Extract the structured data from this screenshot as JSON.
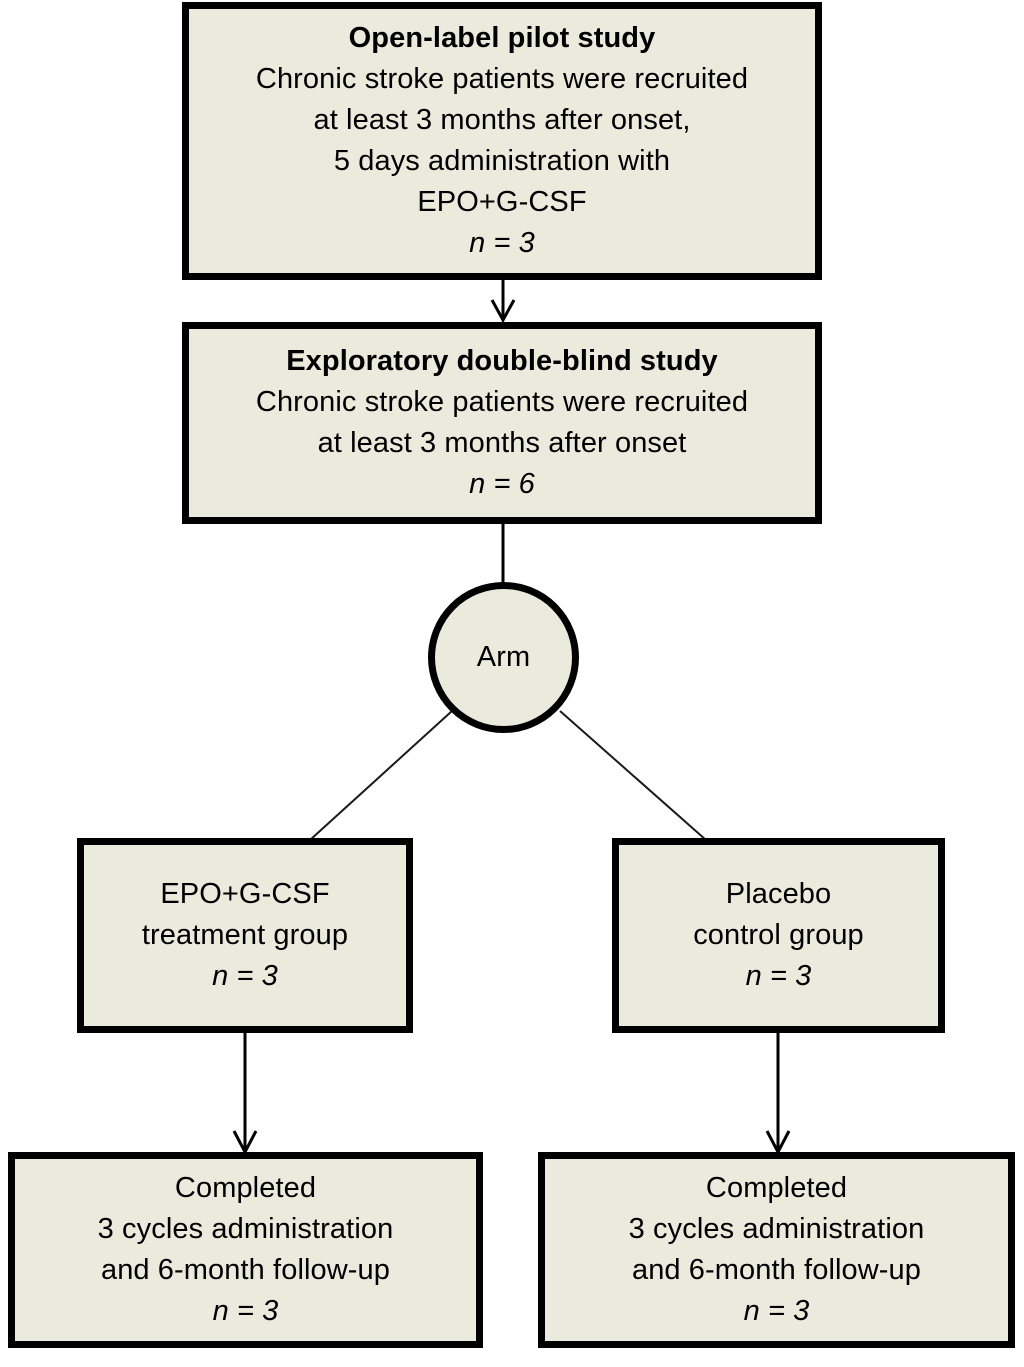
{
  "diagram": {
    "title": "Clinical study flow diagram",
    "colors": {
      "box_fill": "#eaeadd",
      "box_border": "#000000",
      "background": "#ffffff",
      "text": "#000000"
    },
    "nodes": {
      "pilot_study": {
        "lines": [
          {
            "text": "Open-label  pilot study",
            "style": "bold"
          },
          {
            "text": "Chronic  stroke  patients  were  recruited",
            "style": "normal"
          },
          {
            "text": "at least  3 months  after  onset,",
            "style": "normal"
          },
          {
            "text": "5 days administration  with",
            "style": "normal"
          },
          {
            "text": "EPO+G-CSF",
            "style": "normal"
          },
          {
            "text": "n = 3",
            "style": "italic"
          }
        ]
      },
      "exploratory_study": {
        "lines": [
          {
            "text": "Exploratory  double-blind  study",
            "style": "bold"
          },
          {
            "text": "Chronic  stroke  patients  were  recruited",
            "style": "normal"
          },
          {
            "text": "at least  3 months  after  onset",
            "style": "normal"
          },
          {
            "text": "n = 6",
            "style": "italic"
          }
        ]
      },
      "arm": {
        "label": "Arm"
      },
      "treatment_group": {
        "lines": [
          {
            "text": "EPO+G-CSF",
            "style": "normal"
          },
          {
            "text": "treatment  group",
            "style": "normal"
          },
          {
            "text": "n = 3",
            "style": "italic"
          }
        ]
      },
      "control_group": {
        "lines": [
          {
            "text": "Placebo",
            "style": "normal"
          },
          {
            "text": "control group",
            "style": "normal"
          },
          {
            "text": "n = 3",
            "style": "italic"
          }
        ]
      },
      "completed_treatment": {
        "lines": [
          {
            "text": "Completed",
            "style": "normal"
          },
          {
            "text": "3 cycles administration",
            "style": "normal"
          },
          {
            "text": "and 6-month  follow-up",
            "style": "normal"
          },
          {
            "text": "n = 3",
            "style": "italic"
          }
        ]
      },
      "completed_control": {
        "lines": [
          {
            "text": "Completed",
            "style": "normal"
          },
          {
            "text": "3 cycles administration",
            "style": "normal"
          },
          {
            "text": "and 6-month  follow-up",
            "style": "normal"
          },
          {
            "text": "n = 3",
            "style": "italic"
          }
        ]
      }
    },
    "connectors": [
      {
        "name": "pilot-to-exploratory",
        "type": "arrow-down"
      },
      {
        "name": "exploratory-to-arm",
        "type": "line-down"
      },
      {
        "name": "arm-to-treatment",
        "type": "line-diagonal-left"
      },
      {
        "name": "arm-to-control",
        "type": "line-diagonal-right"
      },
      {
        "name": "treatment-to-completed",
        "type": "arrow-down"
      },
      {
        "name": "control-to-completed",
        "type": "arrow-down"
      }
    ]
  }
}
